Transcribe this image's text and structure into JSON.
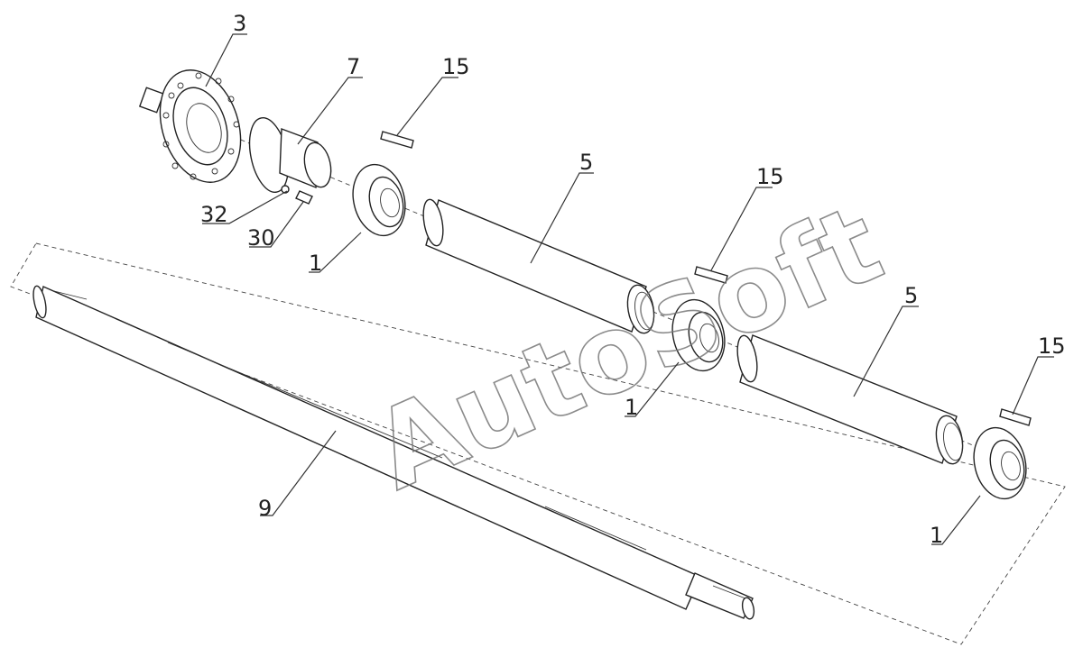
{
  "watermark": {
    "text": "AutoSoft"
  },
  "callouts": [
    {
      "id": "label-3",
      "text": "3"
    },
    {
      "id": "label-7",
      "text": "7"
    },
    {
      "id": "label-15a",
      "text": "15"
    },
    {
      "id": "label-5a",
      "text": "5"
    },
    {
      "id": "label-15b",
      "text": "15"
    },
    {
      "id": "label-5b",
      "text": "5"
    },
    {
      "id": "label-15c",
      "text": "15"
    },
    {
      "id": "label-32",
      "text": "32"
    },
    {
      "id": "label-30",
      "text": "30"
    },
    {
      "id": "label-1a",
      "text": "1"
    },
    {
      "id": "label-1b",
      "text": "1"
    },
    {
      "id": "label-1c",
      "text": "1"
    },
    {
      "id": "label-9",
      "text": "9"
    }
  ]
}
